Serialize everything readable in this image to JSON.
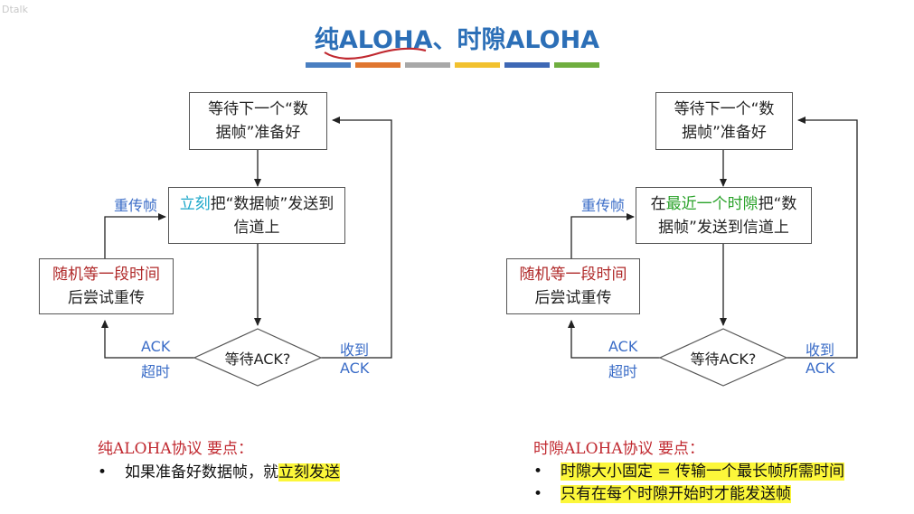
{
  "watermark": "Dtalk",
  "title": {
    "part1": "纯ALOHA",
    "sep": "、",
    "part2": "时隙ALOHA"
  },
  "colors": {
    "bar1": "#4a7fc1",
    "bar2": "#e0762f",
    "bar3": "#a8a8a8",
    "bar4": "#f2c12e",
    "bar5": "#3e68b5",
    "bar6": "#6fae3f",
    "title": "#2c6fb7",
    "label_blue": "#3a6cc7",
    "label_red": "#b02a2a"
  },
  "left_flow": {
    "wait_frame": {
      "line1": "等待下一个“数",
      "line2": "据帧”准备好"
    },
    "send": {
      "highlight": "立刻",
      "rest1": "把“数据帧”发送到",
      "line2": "信道上"
    },
    "random": {
      "line1": "随机等一段时间",
      "line2": "后尝试重传"
    },
    "wait_ack": "等待ACK?",
    "retransmit": "重传帧",
    "ack_timeout": {
      "line1": "ACK",
      "line2": "超时"
    },
    "ack_received": {
      "line1": "收到",
      "line2": "ACK"
    }
  },
  "right_flow": {
    "wait_frame": {
      "line1": "等待下一个“数",
      "line2": "据帧”准备好"
    },
    "send": {
      "prefix": "在",
      "highlight": "最近一个时隙",
      "rest1": "把“数",
      "line2": "据帧”发送到信道上"
    },
    "random": {
      "line1": "随机等一段时间",
      "line2": "后尝试重传"
    },
    "wait_ack": "等待ACK?",
    "retransmit": "重传帧",
    "ack_timeout": {
      "line1": "ACK",
      "line2": "超时"
    },
    "ack_received": {
      "line1": "收到",
      "line2": "ACK"
    }
  },
  "left_notes": {
    "title": "纯ALOHA协议 要点：",
    "item1_prefix": "如果准备好数据帧，就",
    "item1_highlight": "立刻发送"
  },
  "right_notes": {
    "title": "时隙ALOHA协议 要点：",
    "item1": "时隙大小固定 = 传输一个最长帧所需时间",
    "item2": "只有在每个时隙开始时才能发送帧"
  },
  "bullet": "•"
}
